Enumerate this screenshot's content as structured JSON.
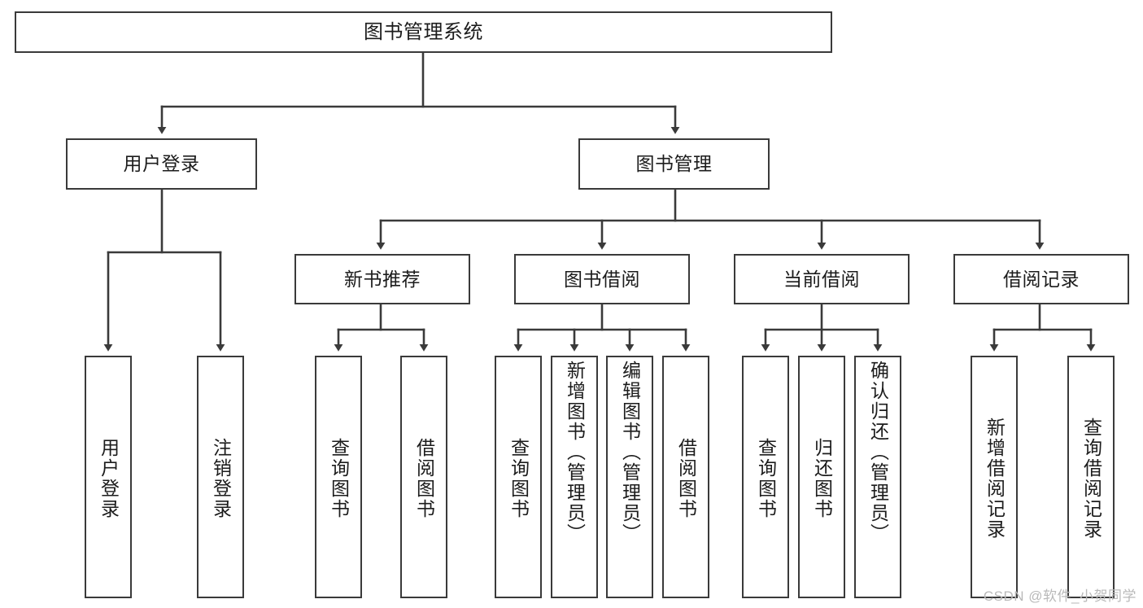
{
  "diagram": {
    "title": "图书管理系统",
    "type": "tree-hierarchy",
    "orientation": "top-down",
    "stroke_color": "#3a3a3a",
    "fill_color": "#ffffff",
    "text_color": "#1c1c1c"
  },
  "nodes": {
    "root": {
      "label": "图书管理系统"
    },
    "level2": [
      {
        "label": "用户登录"
      },
      {
        "label": "图书管理"
      }
    ],
    "level3": [
      {
        "label": "新书推荐"
      },
      {
        "label": "图书借阅"
      },
      {
        "label": "当前借阅"
      },
      {
        "label": "借阅记录"
      }
    ],
    "leaves": [
      {
        "label": "用户登录"
      },
      {
        "label": "注销登录"
      },
      {
        "label": "查询图书"
      },
      {
        "label": "借阅图书"
      },
      {
        "label": "查询图书"
      },
      {
        "label": "新增图书（管理员）"
      },
      {
        "label": "编辑图书（管理员）"
      },
      {
        "label": "借阅图书"
      },
      {
        "label": "查询图书"
      },
      {
        "label": "归还图书"
      },
      {
        "label": "确认归还（管理员）"
      },
      {
        "label": "新增借阅记录"
      },
      {
        "label": "查询借阅记录"
      }
    ]
  },
  "watermark": {
    "text": "CSDN @软件_小贺同学"
  }
}
